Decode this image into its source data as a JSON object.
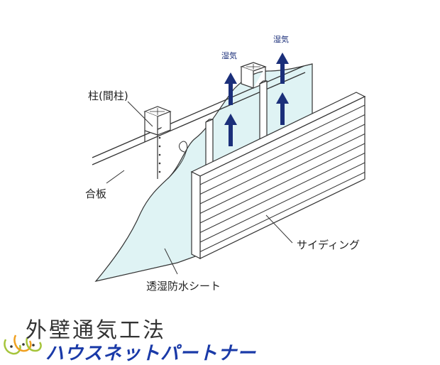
{
  "labels": {
    "humidity_1": "湿気",
    "humidity_2": "湿気",
    "pillar": "柱(間柱)",
    "plywood": "合板",
    "siding": "サイディング",
    "membrane": "透湿防水シート"
  },
  "title": "外壁通気工法",
  "brand": "ハウスネットパートナー",
  "colors": {
    "membrane": "#dff3f4",
    "arrow": "#1b2f7a",
    "brand": "#1a3aa8",
    "logo_green": "#a5c43a",
    "logo_orange": "#f0a020"
  }
}
